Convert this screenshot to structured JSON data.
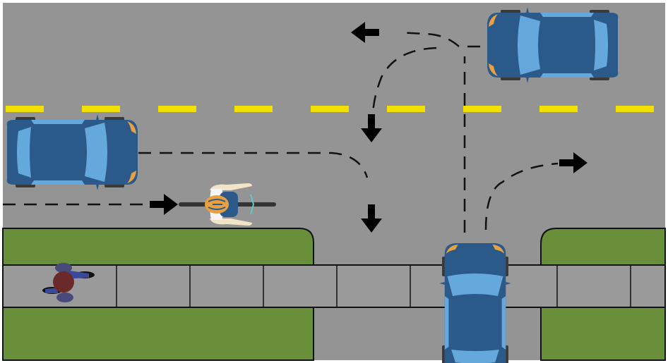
{
  "scene": {
    "type": "intersection-diagram",
    "colors": {
      "road": "#949494",
      "grass": "#6a8f3a",
      "sidewalk": "#9a9a9a",
      "center_line": "#f2e100",
      "car_body": "#2b5a8a",
      "car_glass": "#64a8dc",
      "headlight": "#e8a040",
      "path_line": "#111111",
      "arrow": "#000000",
      "cyclist_helmet": "#e8a040",
      "pedestrian_head": "#6b2a2a",
      "pedestrian_body": "#4a4a7a"
    },
    "vehicles": [
      {
        "id": "car-top-right",
        "facing": "left",
        "icon": "car-icon"
      },
      {
        "id": "car-left",
        "facing": "right",
        "icon": "car-icon"
      },
      {
        "id": "car-bottom",
        "facing": "up",
        "icon": "car-icon"
      }
    ],
    "road_users": [
      {
        "id": "cyclist",
        "facing": "right",
        "icon": "bicycle-icon"
      },
      {
        "id": "pedestrian",
        "facing": "right",
        "icon": "pedestrian-icon"
      }
    ],
    "paths": [
      {
        "id": "car-top-right-straight",
        "direction": "left"
      },
      {
        "id": "car-top-right-left-turn",
        "direction": "down"
      },
      {
        "id": "car-left-right-turn",
        "direction": "down"
      },
      {
        "id": "cyclist-straight",
        "direction": "right"
      },
      {
        "id": "car-bottom-straight",
        "direction": "up"
      },
      {
        "id": "car-bottom-right-turn",
        "direction": "right"
      }
    ]
  }
}
